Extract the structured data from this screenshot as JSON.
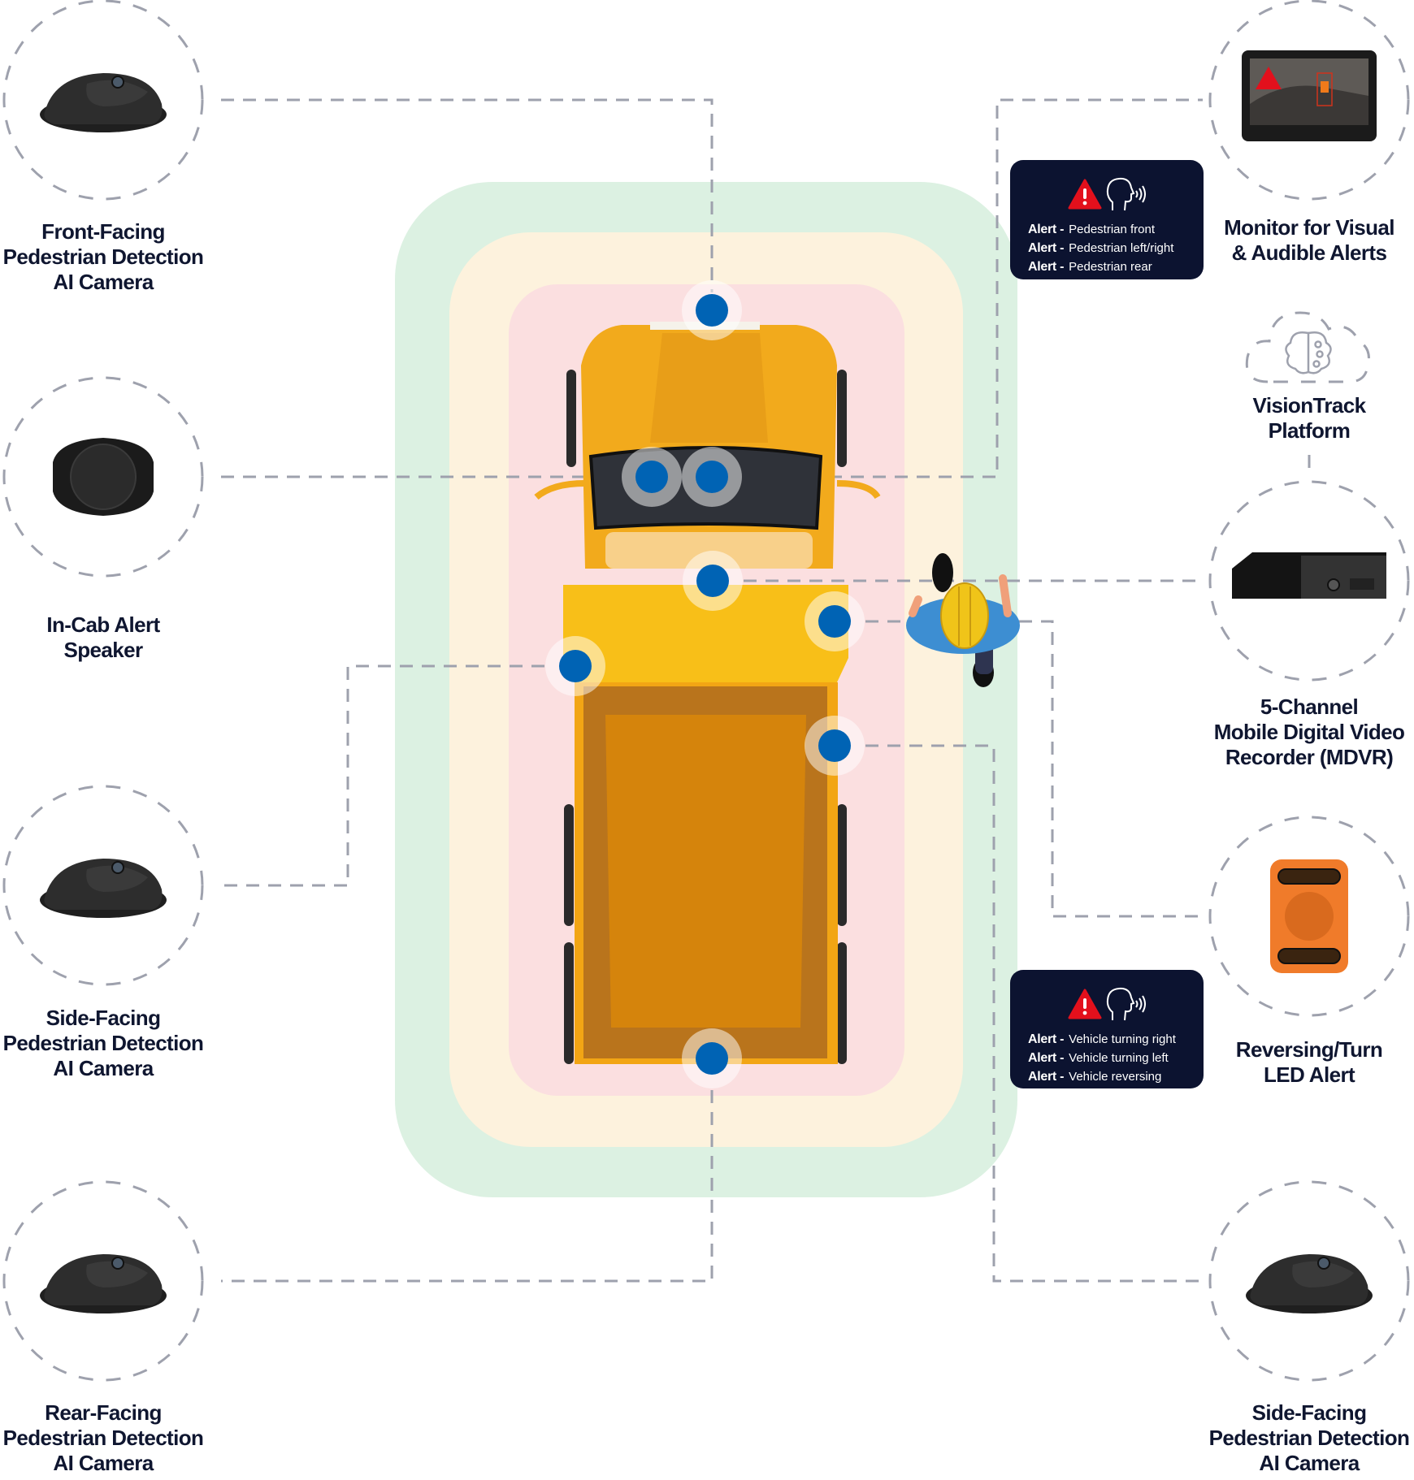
{
  "diagram": {
    "title": "Pedestrian detection system layout",
    "zones": [
      {
        "name": "outer-zone",
        "color": "#dcf1e2"
      },
      {
        "name": "middle-zone",
        "color": "#fdf2dd"
      },
      {
        "name": "inner-zone",
        "color": "#fbdfe0"
      }
    ],
    "colors": {
      "sensor_dot": "#0063b4",
      "connector": "#9ea1ad",
      "alert_box_bg": "#0c1330",
      "alert_red": "#e3101c",
      "label_text": "#0f1630"
    }
  },
  "components": {
    "front_camera": {
      "icon": "dome-camera",
      "lines": [
        "Front-Facing",
        "Pedestrian Detection",
        "AI Camera"
      ]
    },
    "incab_speaker": {
      "icon": "speaker",
      "lines": [
        "In-Cab Alert",
        "Speaker"
      ]
    },
    "side_camera_left": {
      "icon": "dome-camera",
      "lines": [
        "Side-Facing",
        "Pedestrian Detection",
        "AI Camera"
      ]
    },
    "rear_camera": {
      "icon": "dome-camera",
      "lines": [
        "Rear-Facing",
        "Pedestrian Detection",
        "AI Camera"
      ]
    },
    "monitor": {
      "icon": "monitor",
      "lines": [
        "Monitor for Visual",
        "& Audible Alerts"
      ]
    },
    "platform": {
      "icon": "brain-cloud",
      "lines": [
        "VisionTrack",
        "Platform"
      ]
    },
    "mdvr": {
      "icon": "mdvr-unit",
      "lines": [
        "5-Channel",
        "Mobile Digital Video",
        "Recorder (MDVR)"
      ]
    },
    "led_alert": {
      "icon": "led-alert-unit",
      "lines": [
        "Reversing/Turn",
        "LED Alert"
      ]
    },
    "side_camera_right": {
      "icon": "dome-camera",
      "lines": [
        "Side-Facing",
        "Pedestrian Detection",
        "AI Camera"
      ]
    }
  },
  "alerts": {
    "pedestrian": {
      "icons": [
        "warning-icon",
        "speaking-head-icon"
      ],
      "rows": [
        {
          "prefix": "Alert -",
          "text": "Pedestrian front"
        },
        {
          "prefix": "Alert -",
          "text": "Pedestrian left/right"
        },
        {
          "prefix": "Alert -",
          "text": "Pedestrian rear"
        }
      ]
    },
    "vehicle": {
      "icons": [
        "warning-icon",
        "speaking-head-icon"
      ],
      "rows": [
        {
          "prefix": "Alert -",
          "text": "Vehicle turning right"
        },
        {
          "prefix": "Alert -",
          "text": "Vehicle turning left"
        },
        {
          "prefix": "Alert -",
          "text": "Vehicle reversing"
        }
      ]
    }
  }
}
